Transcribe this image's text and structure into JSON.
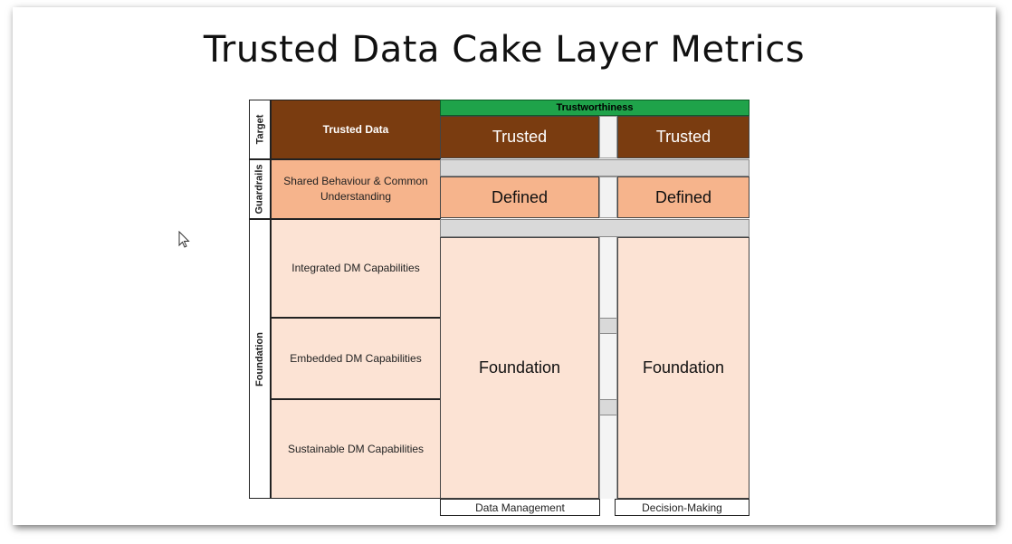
{
  "slide": {
    "title": "Trusted Data Cake Layer Metrics"
  },
  "diagram": {
    "side_labels": {
      "target": "Target",
      "guardrails": "Guardrails",
      "foundation": "Foundation"
    },
    "rows": {
      "target": "Trusted Data",
      "guardrails": "Shared Behaviour & Common Understanding",
      "foundation": [
        "Integrated DM Capabilities",
        "Embedded DM Capabilities",
        "Sustainable DM Capabilities"
      ]
    },
    "header_bar": "Trustworthiness",
    "columns": [
      {
        "target_value": "Trusted",
        "guardrail_value": "Defined",
        "foundation_value": "Foundation",
        "footer": "Data Management"
      },
      {
        "target_value": "Trusted",
        "guardrail_value": "Defined",
        "foundation_value": "Foundation",
        "footer": "Decision-Making"
      }
    ],
    "colors": {
      "dark_brown": "#7a3c10",
      "orange": "#f6b48c",
      "peach": "#fce3d4",
      "green": "#1fa34a",
      "grey": "#d9d9d9"
    }
  }
}
